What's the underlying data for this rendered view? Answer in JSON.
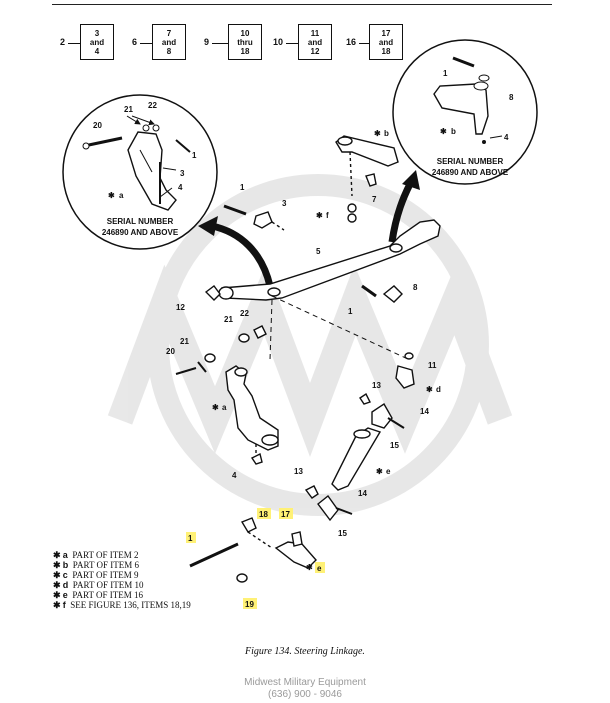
{
  "references": [
    {
      "num": "2",
      "box": [
        "3",
        "and",
        "4"
      ]
    },
    {
      "num": "6",
      "box": [
        "7",
        "and",
        "8"
      ]
    },
    {
      "num": "9",
      "box": [
        "10",
        "thru",
        "18"
      ]
    },
    {
      "num": "10",
      "box": [
        "11",
        "and",
        "12"
      ]
    },
    {
      "num": "16",
      "box": [
        "17",
        "and",
        "18"
      ]
    }
  ],
  "left_inset": {
    "labels": [
      "20",
      "21",
      "22",
      "1",
      "3",
      "4",
      "a"
    ],
    "serial_line1": "SERIAL NUMBER",
    "serial_line2": "246890 AND ABOVE"
  },
  "right_inset": {
    "labels": [
      "1",
      "8",
      "b",
      "4"
    ],
    "serial_line1": "SERIAL NUMBER",
    "serial_line2": "246890 AND ABOVE"
  },
  "callouts": {
    "c_b": "b",
    "c_7": "7",
    "c_f": "f",
    "c_1a": "1",
    "c_3": "3",
    "c_5": "5",
    "c_12": "12",
    "c_1b": "1",
    "c_8": "8",
    "c_22": "22",
    "c_21a": "21",
    "c_21b": "21",
    "c_20": "20",
    "c_11": "11",
    "c_d": "d",
    "c_13a": "13",
    "c_14a": "14",
    "c_15a": "15",
    "c_a": "a",
    "c_4": "4",
    "c_e1": "e",
    "c_13b": "13",
    "c_14b": "14",
    "c_15b": "15",
    "c_18": "18",
    "c_17": "17",
    "c_1c": "1",
    "c_e2": "e",
    "c_19": "19"
  },
  "legend": [
    {
      "mark": "✱",
      "key": "a",
      "text": "PART OF ITEM 2"
    },
    {
      "mark": "✱",
      "key": "b",
      "text": "PART OF ITEM 6"
    },
    {
      "mark": "✱",
      "key": "c",
      "text": "PART OF ITEM 9"
    },
    {
      "mark": "✱",
      "key": "d",
      "text": "PART OF ITEM 10"
    },
    {
      "mark": "✱",
      "key": "e",
      "text": "PART OF ITEM 16"
    },
    {
      "mark": "✱",
      "key": "f",
      "text": "SEE FIGURE 136, ITEMS 18,19"
    }
  ],
  "caption": "Figure 134.  Steering Linkage.",
  "footer": {
    "line1": "Midwest Military Equipment",
    "line2": "(636) 900 - 9046"
  },
  "colors": {
    "highlight": "#fff176",
    "footer_text": "#9a9a9a",
    "ink": "#111111"
  }
}
